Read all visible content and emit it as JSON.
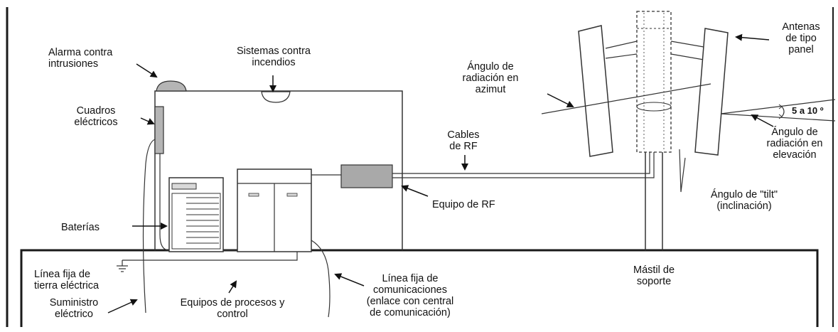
{
  "labels": {
    "alarma": [
      "Alarma contra",
      "intrusiones"
    ],
    "incendios": [
      "Sistemas contra",
      "incendios"
    ],
    "cuadros": [
      "Cuadros",
      "eléctricos"
    ],
    "baterias": [
      "Baterías"
    ],
    "tierra": [
      "Línea fija de",
      "tierra eléctrica"
    ],
    "suministro": [
      "Suministro",
      "eléctrico"
    ],
    "procesos": [
      "Equipos de procesos y",
      "control"
    ],
    "comunicaciones": [
      "Línea fija de",
      "comunicaciones",
      "(enlace con central",
      "de comunicación)"
    ],
    "cables_rf": [
      "Cables",
      "de RF"
    ],
    "equipo_rf": [
      "Equipo de RF"
    ],
    "angulo_azimut": [
      "Ángulo de",
      "radiación en",
      "azimut"
    ],
    "antenas": [
      "Antenas",
      "de tipo",
      "panel"
    ],
    "grados": "5 a 10 º",
    "angulo_elevacion": [
      "Ángulo de",
      "radiación en",
      "elevación"
    ],
    "angulo_tilt": [
      "Ángulo de \"tilt\"",
      "(inclinación)"
    ],
    "mastil": [
      "Mástil de",
      "soporte"
    ]
  },
  "colors": {
    "line": "#333333",
    "equipment_fill": "#d9d9d9",
    "rf_box_fill": "#a9a9a9",
    "alarm_fill": "#b5b5b5",
    "border": "#1a1a1a"
  }
}
